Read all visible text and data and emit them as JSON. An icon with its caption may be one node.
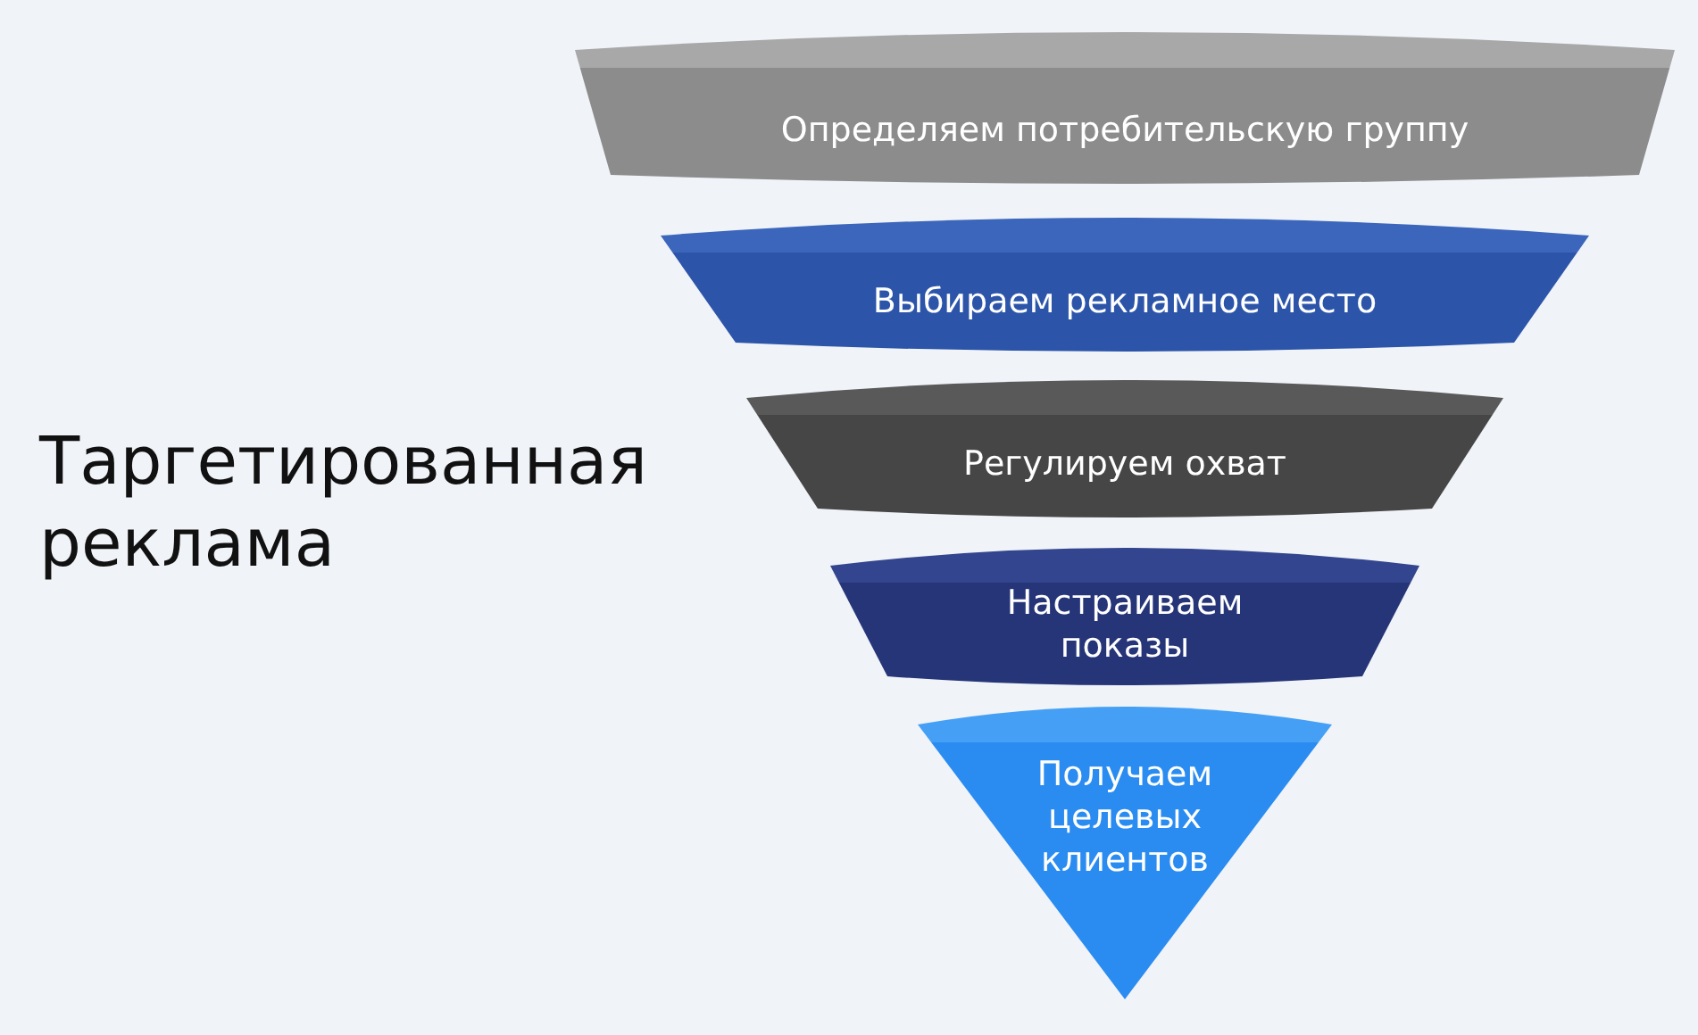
{
  "diagram": {
    "title": "Таргетированная реклама",
    "nodes": [
      {
        "text": [
          "Определяем потребительскую группу"
        ]
      },
      {
        "text": [
          "Выбираем рекламное место"
        ]
      },
      {
        "text": [
          "Регулируем охват"
        ]
      },
      {
        "text": [
          "Настраиваем показы"
        ]
      },
      {
        "text": [
          "Получаем целевых клиентов"
        ]
      }
    ]
  }
}
